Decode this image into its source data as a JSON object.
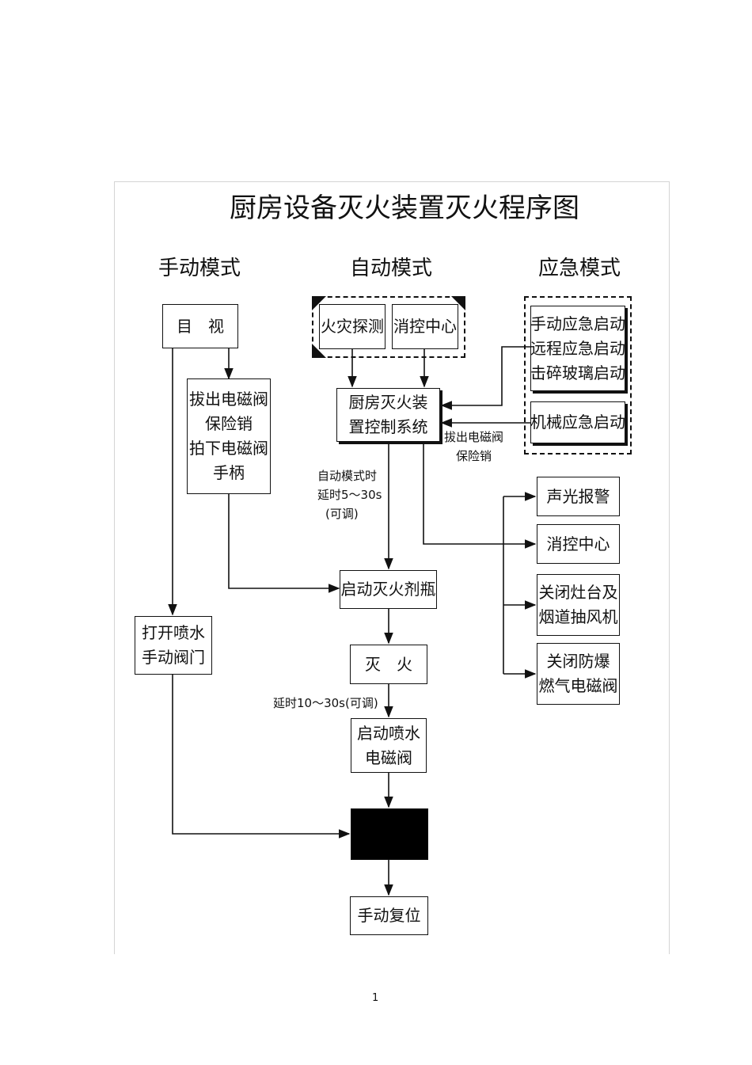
{
  "title": "厨房设备灭火装置灭火程序图",
  "modes": {
    "manual": "手动模式",
    "auto": "自动模式",
    "emergency": "应急模式"
  },
  "manual_col": {
    "visual": "目　视",
    "pull_pin": [
      "拔出电磁阀",
      "保险销",
      "拍下电磁阀",
      "手柄"
    ],
    "open_valve": [
      "打开喷水",
      "手动阀门"
    ]
  },
  "auto_col": {
    "fire_detect": "火灾探测",
    "control_center": "消控中心",
    "control_system": [
      "厨房灭火装",
      "置控制系统"
    ],
    "delay_note": [
      "自动模式时",
      "延时5～30s",
      "(可调)"
    ],
    "start_agent": "启动灭火剂瓶",
    "extinguish": "灭　火",
    "delay2": "延时10～30s(可调)",
    "start_spray": [
      "启动喷水",
      "电磁阀"
    ],
    "manual_reset": "手动复位"
  },
  "emergency_col": {
    "emergency_start": [
      "手动应急启动",
      "远程应急启动",
      "击碎玻璃启动"
    ],
    "mechanical_start": "机械应急启动",
    "pull_pin_note": [
      "拔出电磁阀",
      "保险销"
    ]
  },
  "outputs": {
    "alarm": "声光报警",
    "center": "消控中心",
    "close_stove": [
      "关闭灶台及",
      "烟道抽风机"
    ],
    "close_gas": [
      "关闭防爆",
      "燃气电磁阀"
    ]
  },
  "page_number": "1"
}
